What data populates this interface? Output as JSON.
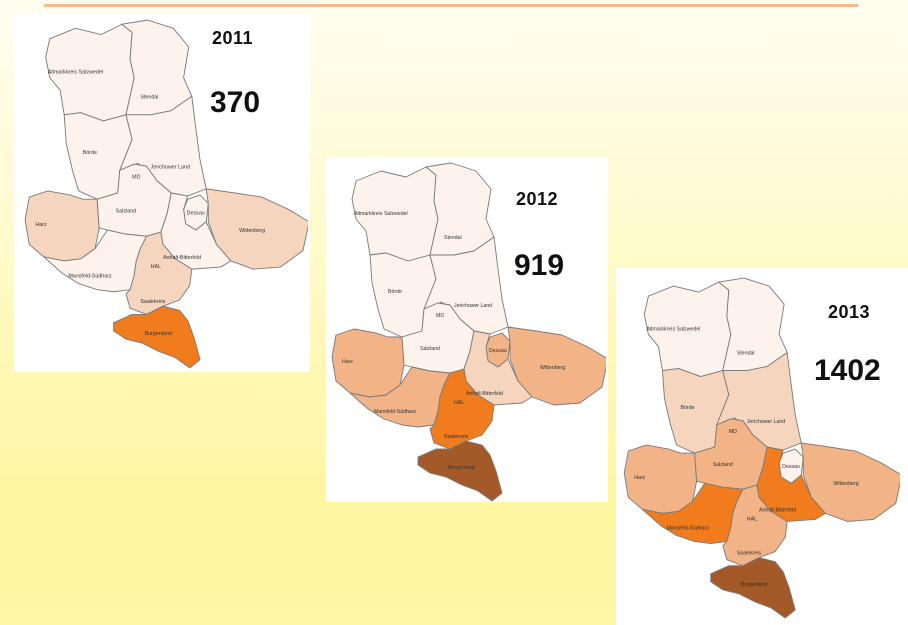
{
  "colors": {
    "level0": "#fdf3ec",
    "level1": "#f6d5be",
    "level2": "#f2b386",
    "level3": "#f07c1e",
    "level4": "#a45a28",
    "border": "#7a7a7a",
    "accent_rule": "#f7b98a"
  },
  "region_labels": {
    "altmark_salzwedel": "Altmarkkreis Salzwedel",
    "stendal": "Stendal",
    "boerde": "Börde",
    "jerichower_land": "Jerichower Land",
    "md": "MD",
    "harz": "Harz",
    "salzland": "Salzland",
    "dessau": "Dessau",
    "wittenberg": "Wittenberg",
    "anhalt_bitterfeld": "Anhalt-Bitterfeld",
    "mansfeld_suedharz": "Mansfeld-Südharz",
    "hal": "HAL",
    "saalekreis": "Saalekreis",
    "burgenland": "Burgenland"
  },
  "maps": [
    {
      "year": "2011",
      "count": "370",
      "levels": {
        "altmark_salzwedel": 0,
        "stendal": 0,
        "boerde": 0,
        "jerichower_land": 0,
        "md": 0,
        "harz": 1,
        "salzland": 0,
        "dessau": 0,
        "wittenberg": 1,
        "anhalt_bitterfeld": 0,
        "mansfeld_suedharz": 0,
        "hal": 0,
        "saalekreis": 1,
        "burgenland": 3
      }
    },
    {
      "year": "2012",
      "count": "919",
      "levels": {
        "altmark_salzwedel": 0,
        "stendal": 0,
        "boerde": 0,
        "jerichower_land": 0,
        "md": 0,
        "harz": 2,
        "salzland": 0,
        "dessau": 2,
        "wittenberg": 2,
        "anhalt_bitterfeld": 1,
        "mansfeld_suedharz": 2,
        "hal": 0,
        "saalekreis": 3,
        "burgenland": 4
      }
    },
    {
      "year": "2013",
      "count": "1402",
      "levels": {
        "altmark_salzwedel": 0,
        "stendal": 0,
        "boerde": 1,
        "jerichower_land": 1,
        "md": 0,
        "harz": 2,
        "salzland": 2,
        "dessau": 0,
        "wittenberg": 2,
        "anhalt_bitterfeld": 3,
        "mansfeld_suedharz": 3,
        "hal": 0,
        "saalekreis": 2,
        "burgenland": 4
      }
    }
  ]
}
